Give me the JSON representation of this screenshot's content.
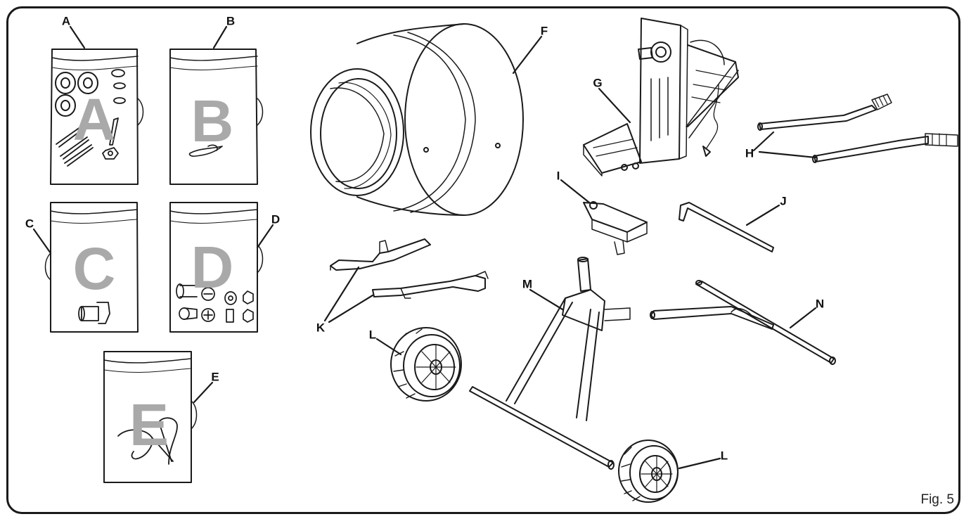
{
  "figure": {
    "caption": "Fig. 5",
    "bags": [
      {
        "letter": "A"
      },
      {
        "letter": "B"
      },
      {
        "letter": "C"
      },
      {
        "letter": "D"
      },
      {
        "letter": "E"
      }
    ],
    "part_labels": [
      "A",
      "B",
      "C",
      "D",
      "E",
      "F",
      "G",
      "H",
      "I",
      "J",
      "K",
      "L",
      "L",
      "M",
      "N"
    ]
  }
}
